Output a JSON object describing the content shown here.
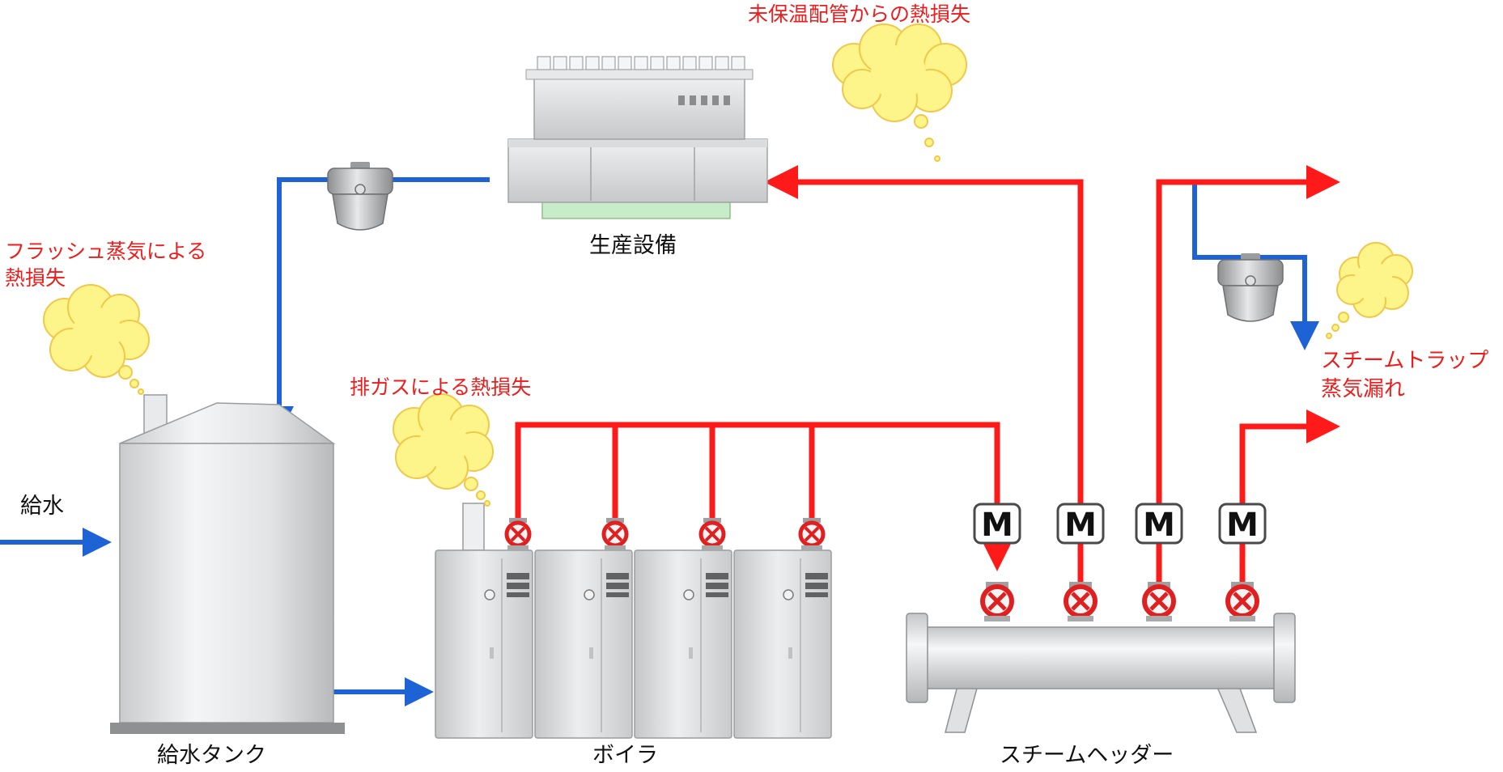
{
  "labels": {
    "feed_water": "給水",
    "feed_tank": "給水タンク",
    "boiler": "ボイラ",
    "steam_header": "スチームヘッダー",
    "production_equipment": "生産設備"
  },
  "loss_notes": {
    "flash_steam_line1": "フラッシュ蒸気による",
    "flash_steam_line2": "熱損失",
    "exhaust_gas": "排ガスによる熱損失",
    "uninsulated_pipe": "未保温配管からの熱損失",
    "trap_leak_line1": "スチームトラップ",
    "trap_leak_line2": "蒸気漏れ"
  },
  "motor_valve_symbol": "M",
  "colors": {
    "steam_line": "#ff1a1a",
    "water_line": "#1e63d6",
    "loss_text": "#ee1c1c",
    "cloud_fill": "#fdf58a",
    "cloud_stroke": "#f0c84a",
    "equipment_gray": "#d6d8da",
    "valve_red": "#e02020"
  }
}
